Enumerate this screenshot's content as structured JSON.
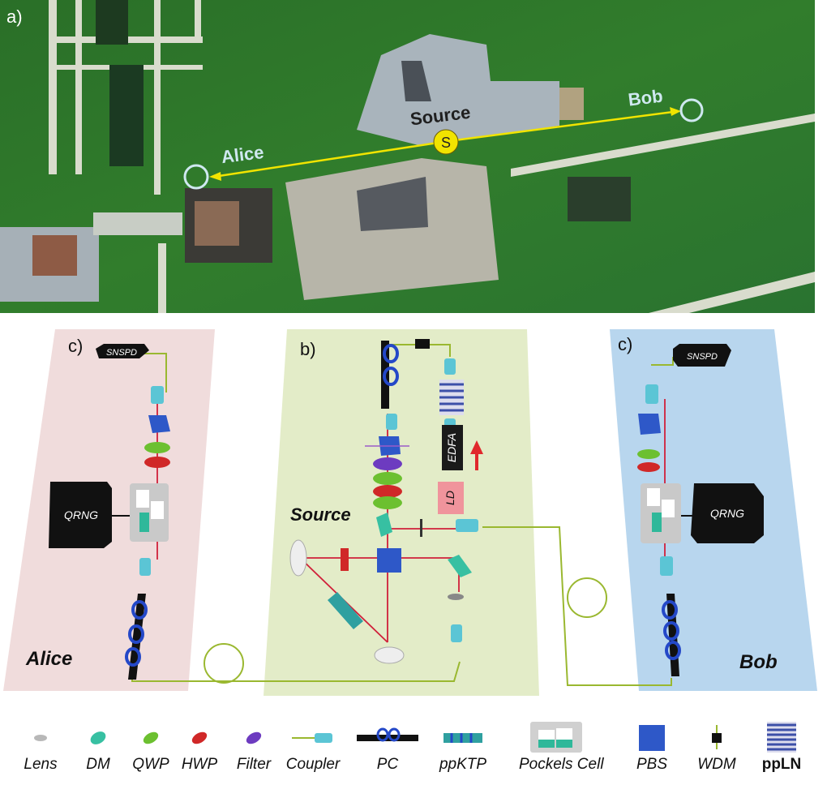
{
  "panels": {
    "a": "a)",
    "b": "b)",
    "c_left": "c)",
    "c_right": "c)"
  },
  "map": {
    "source_label": "Source",
    "source_marker": "S",
    "alice_label": "Alice",
    "bob_label": "Bob"
  },
  "setup": {
    "alice_title": "Alice",
    "bob_title": "Bob",
    "source_title": "Source",
    "alice_detector": "SNSPD",
    "bob_detector": "SNSPD",
    "alice_qrng": "QRNG",
    "bob_qrng": "QRNG",
    "edfa": "EDFA",
    "ld": "LD"
  },
  "legend": [
    {
      "label": "Lens",
      "icon": "lens-icon"
    },
    {
      "label": "DM",
      "icon": "dichroic-mirror-icon"
    },
    {
      "label": "QWP",
      "icon": "quarter-wave-plate-icon"
    },
    {
      "label": "HWP",
      "icon": "half-wave-plate-icon"
    },
    {
      "label": "Filter",
      "icon": "filter-icon"
    },
    {
      "label": "Coupler",
      "icon": "coupler-icon"
    },
    {
      "label": "PC",
      "icon": "polarization-controller-icon"
    },
    {
      "label": "ppKTP",
      "icon": "ppktp-crystal-icon"
    },
    {
      "label": "Pockels  Cell",
      "icon": "pockels-cell-icon"
    },
    {
      "label": "PBS",
      "icon": "pbs-cube-icon"
    },
    {
      "label": "WDM",
      "icon": "wdm-icon"
    },
    {
      "label": "ppLN",
      "icon": "ppln-crystal-icon"
    }
  ],
  "colors": {
    "grass": "#2f7a2a",
    "building": "#a9aeb0",
    "path_line": "#f1e400",
    "marker_ring": "#cfe8f0",
    "alice_panel": "#f0dcdc",
    "source_panel": "#e3ecc8",
    "bob_panel": "#b8d6ee",
    "fiber": "#9ab830",
    "beam": "#d0203a"
  }
}
